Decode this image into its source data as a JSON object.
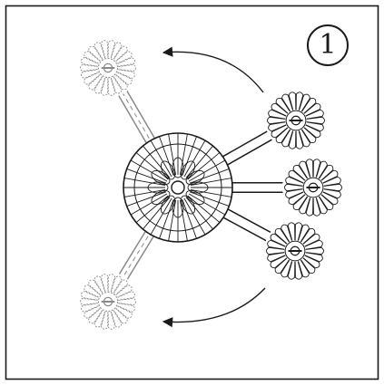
{
  "step": {
    "number": "1"
  },
  "colors": {
    "ink": "#1a1a1a",
    "ghost": "#8a8a8a",
    "background": "#ffffff"
  },
  "diagram": {
    "rotary_heads": {
      "current_positions": 3,
      "previous_positions": 2
    },
    "rotation_arrows": 2
  }
}
